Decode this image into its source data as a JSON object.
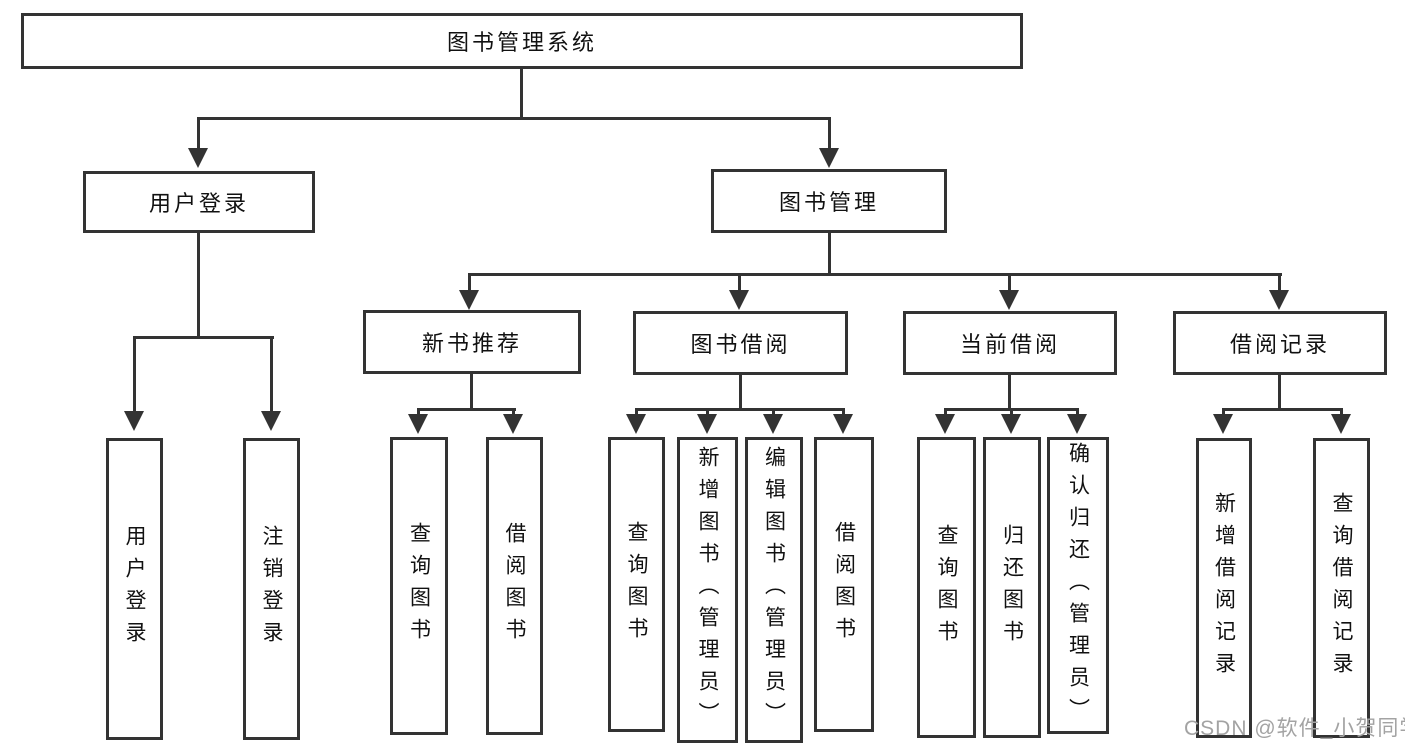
{
  "diagram": {
    "root_label": "图书管理系统",
    "level2": {
      "user_login": "用户登录",
      "book_mgmt": "图书管理"
    },
    "level3": {
      "new_books": "新书推荐",
      "book_borrow": "图书借阅",
      "current_borrow": "当前借阅",
      "borrow_records": "借阅记录"
    },
    "leaves": {
      "user_login": "用户登录",
      "logout": "注销登录",
      "nb_query_books": "查询图书",
      "nb_borrow_books": "借阅图书",
      "bb_query_books": "查询图书",
      "bb_add_books": "新增图书（管理员）",
      "bb_edit_books": "编辑图书（管理员）",
      "bb_borrow_books": "借阅图书",
      "cb_query_books": "查询图书",
      "cb_return_books": "归还图书",
      "cb_confirm_return": "确认归还（管理员）",
      "br_add_record": "新增借阅记录",
      "br_query_record": "查询借阅记录"
    }
  },
  "watermark": {
    "text": "CSDN @软件_小贺同学"
  },
  "colors": {
    "line": "#333333",
    "text": "#111111",
    "watermark": "#a3a3a3",
    "background": "#ffffff"
  }
}
